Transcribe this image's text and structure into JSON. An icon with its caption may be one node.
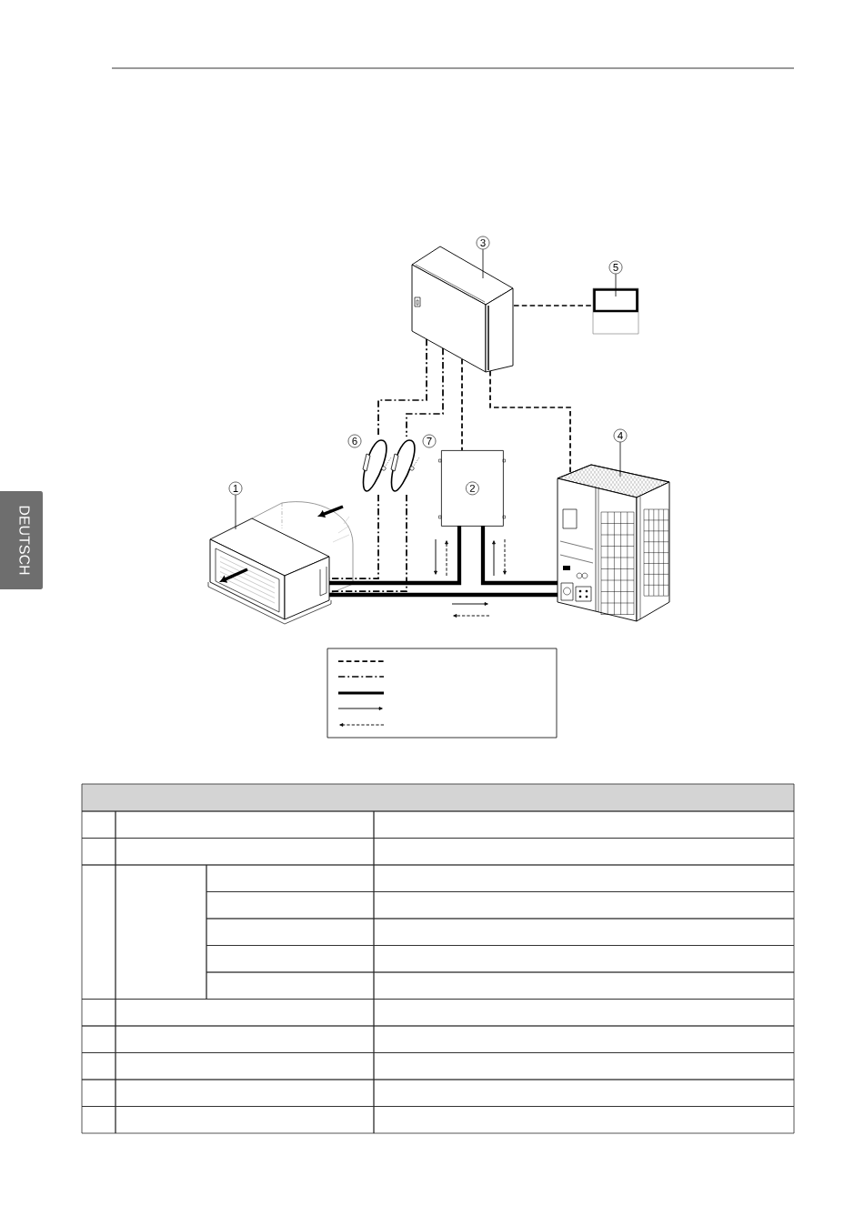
{
  "diagram": {
    "nodes": [
      {
        "text": [
          "3"
        ]
      },
      {
        "text": [],
        "shape": "picture"
      },
      {
        "text": [
          "5"
        ]
      },
      {
        "text": [],
        "shape": "picture"
      },
      {
        "text": [
          "6"
        ]
      },
      {
        "text": [],
        "shape": "picture"
      },
      {
        "text": [
          "7"
        ]
      },
      {
        "text": [],
        "shape": "picture"
      },
      {
        "text": [
          "2"
        ]
      },
      {
        "text": [
          "4"
        ]
      },
      {
        "text": [],
        "shape": "picture"
      },
      {
        "text": [
          "1"
        ]
      },
      {
        "text": [],
        "shape": "picture"
      }
    ],
    "edges": [
      {
        "from": 0,
        "to": 1,
        "arrow": "none"
      },
      {
        "from": 2,
        "to": 3,
        "arrow": "none"
      },
      {
        "from": 9,
        "to": 10,
        "arrow": "none"
      },
      {
        "from": 11,
        "to": 12,
        "arrow": "none"
      },
      {
        "from": 1,
        "to": 3,
        "arrow": "none",
        "style": "dashed"
      },
      {
        "from": 1,
        "to": 8,
        "arrow": "none",
        "style": "dashed"
      },
      {
        "from": 1,
        "to": 10,
        "arrow": "none",
        "style": "dashed"
      },
      {
        "from": 1,
        "to": 5,
        "arrow": "none",
        "style": "dashed"
      },
      {
        "from": 5,
        "to": 12,
        "arrow": "none",
        "style": "dashed"
      },
      {
        "from": 1,
        "to": 7,
        "arrow": "none",
        "style": "dashed"
      },
      {
        "from": 7,
        "to": 12,
        "arrow": "none",
        "style": "dashed"
      },
      {
        "from": 12,
        "to": 8,
        "arrow": "none",
        "style": "thick"
      },
      {
        "from": 8,
        "to": 10,
        "arrow": "none",
        "style": "thick"
      },
      {
        "from": 12,
        "to": 10,
        "arrow": "none",
        "style": "thick"
      }
    ],
    "labels": [
      "DEUTSCH"
    ]
  }
}
